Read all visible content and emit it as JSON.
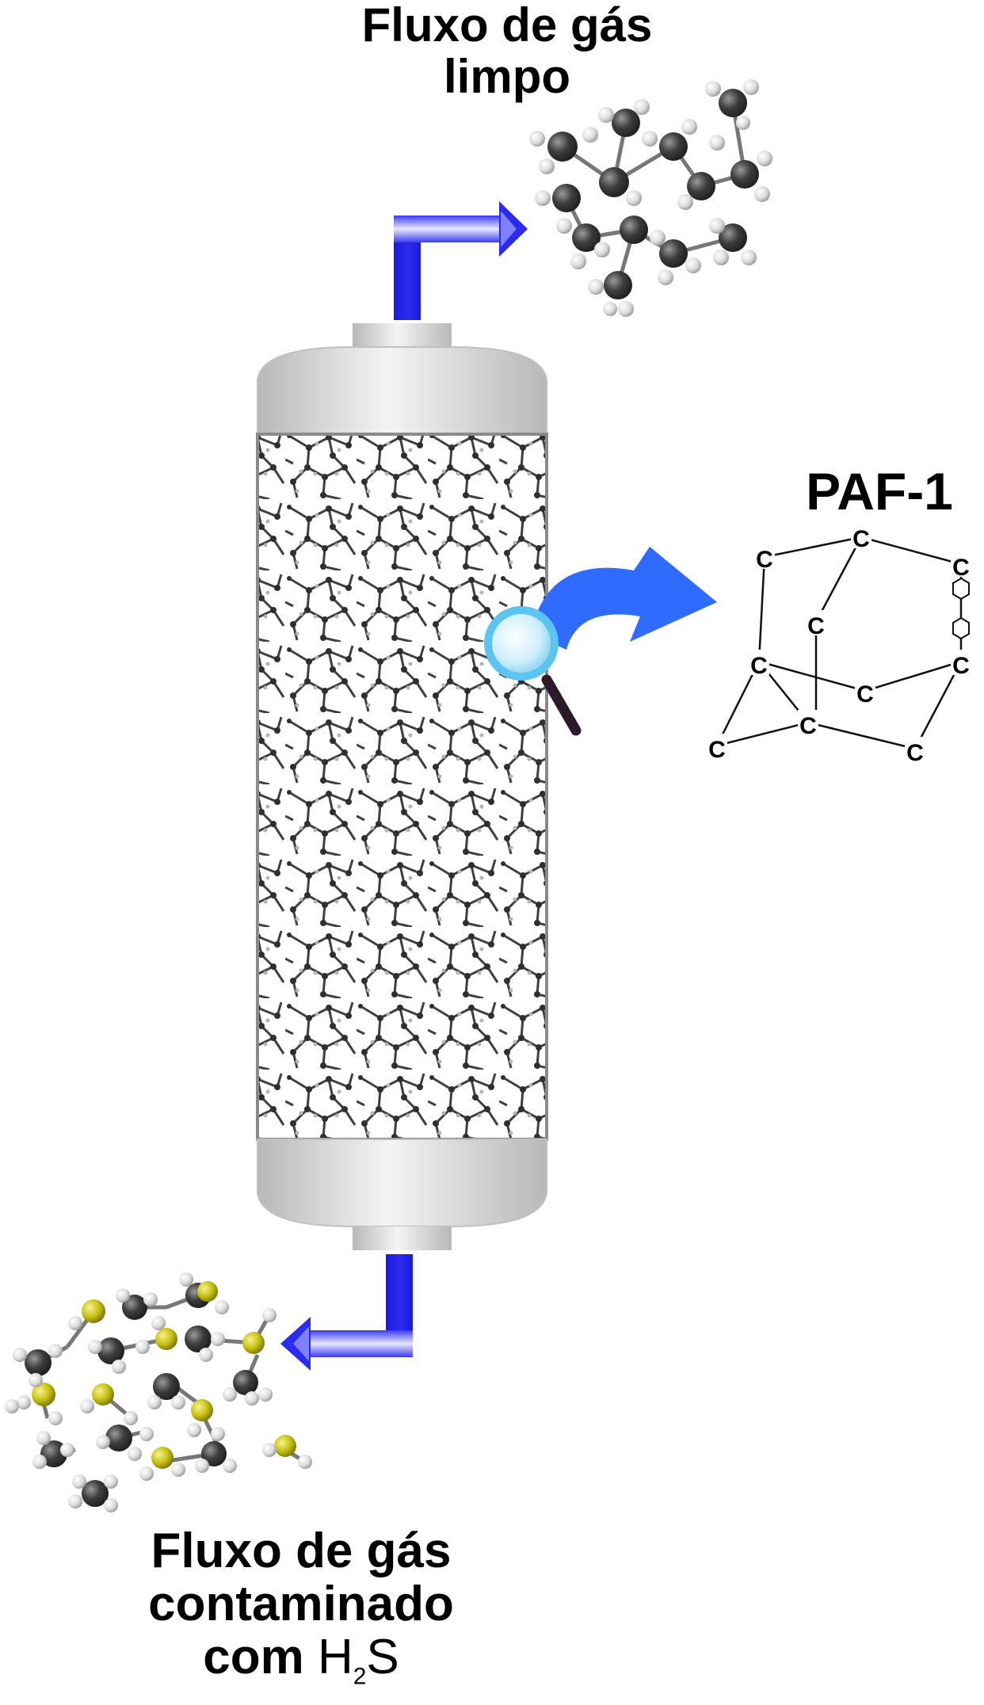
{
  "labels": {
    "clean_gas_line1": "Fluxo de gás",
    "clean_gas_line2": "limpo",
    "paf": "PAF-1",
    "contaminated_line1": "Fluxo de gás",
    "contaminated_line2": "contaminado",
    "contaminated_line3_prefix": "com ",
    "h2s_h": "H",
    "h2s_sub": "2",
    "h2s_s": "S"
  },
  "structure_atom_label": "C",
  "colors": {
    "pipe_blue": "#2b2bf0",
    "arrow_blue": "#2f6bff",
    "carbon": "#3d3d3d",
    "hydrogen": "#e6e6e6",
    "sulfur": "#c8c214",
    "vessel_gray": "#cfcfcf"
  },
  "icons": [
    "magnifier-icon",
    "curved-arrow-icon",
    "biphenyl-icon"
  ]
}
